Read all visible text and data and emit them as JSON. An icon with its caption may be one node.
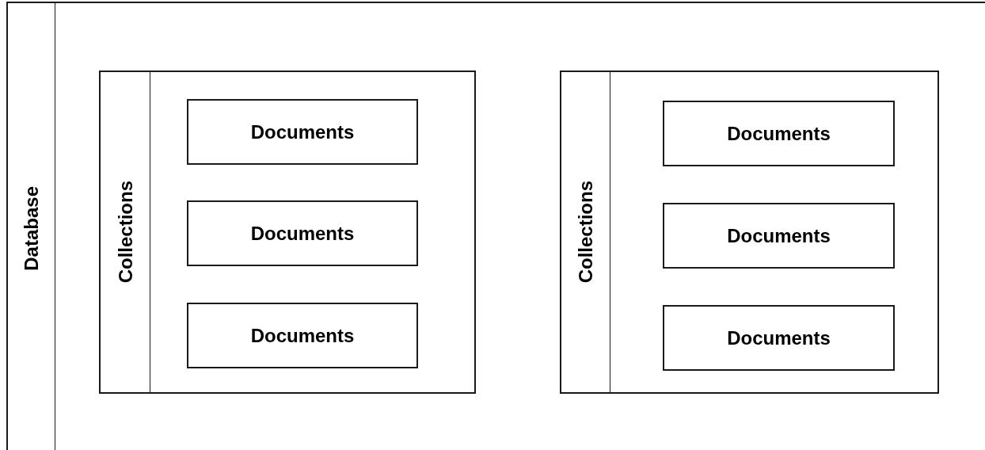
{
  "diagram": {
    "nodes": [
      {
        "text": [
          "Database"
        ]
      },
      {
        "text": [
          "Collections"
        ],
        "in": 0
      },
      {
        "text": [
          "Documents"
        ],
        "in": 1
      },
      {
        "text": [
          "Documents"
        ],
        "in": 1
      },
      {
        "text": [
          "Documents"
        ],
        "in": 1
      },
      {
        "text": [
          "Collections"
        ],
        "in": 0
      },
      {
        "text": [
          "Documents"
        ],
        "in": 5
      },
      {
        "text": [
          "Documents"
        ],
        "in": 5
      },
      {
        "text": [
          "Documents"
        ],
        "in": 5
      }
    ]
  }
}
